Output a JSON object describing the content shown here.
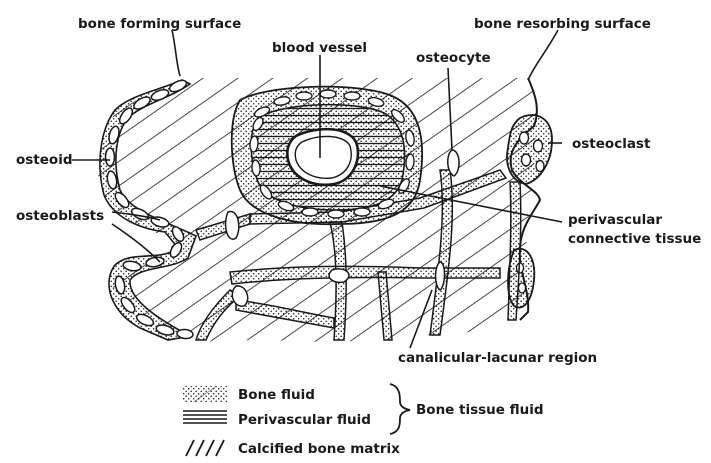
{
  "labels": {
    "bone_forming_surface": "bone forming surface",
    "bone_resorbing_surface": "bone resorbing surface",
    "blood_vessel": "blood vessel",
    "osteocyte": "osteocyte",
    "osteoid": "osteoid",
    "osteoclast": "osteoclast",
    "osteoblasts": "osteoblasts",
    "perivascular_line1": "perivascular",
    "perivascular_line2": "connective tissue",
    "canalicular": "canalicular-lacunar region"
  },
  "legend": {
    "bone_fluid": "Bone fluid",
    "perivascular_fluid": "Perivascular fluid",
    "calcified_matrix": "Calcified bone matrix",
    "group_label": "Bone tissue fluid"
  },
  "colors": {
    "ink": "#1a1a1a",
    "background": "#ffffff"
  }
}
